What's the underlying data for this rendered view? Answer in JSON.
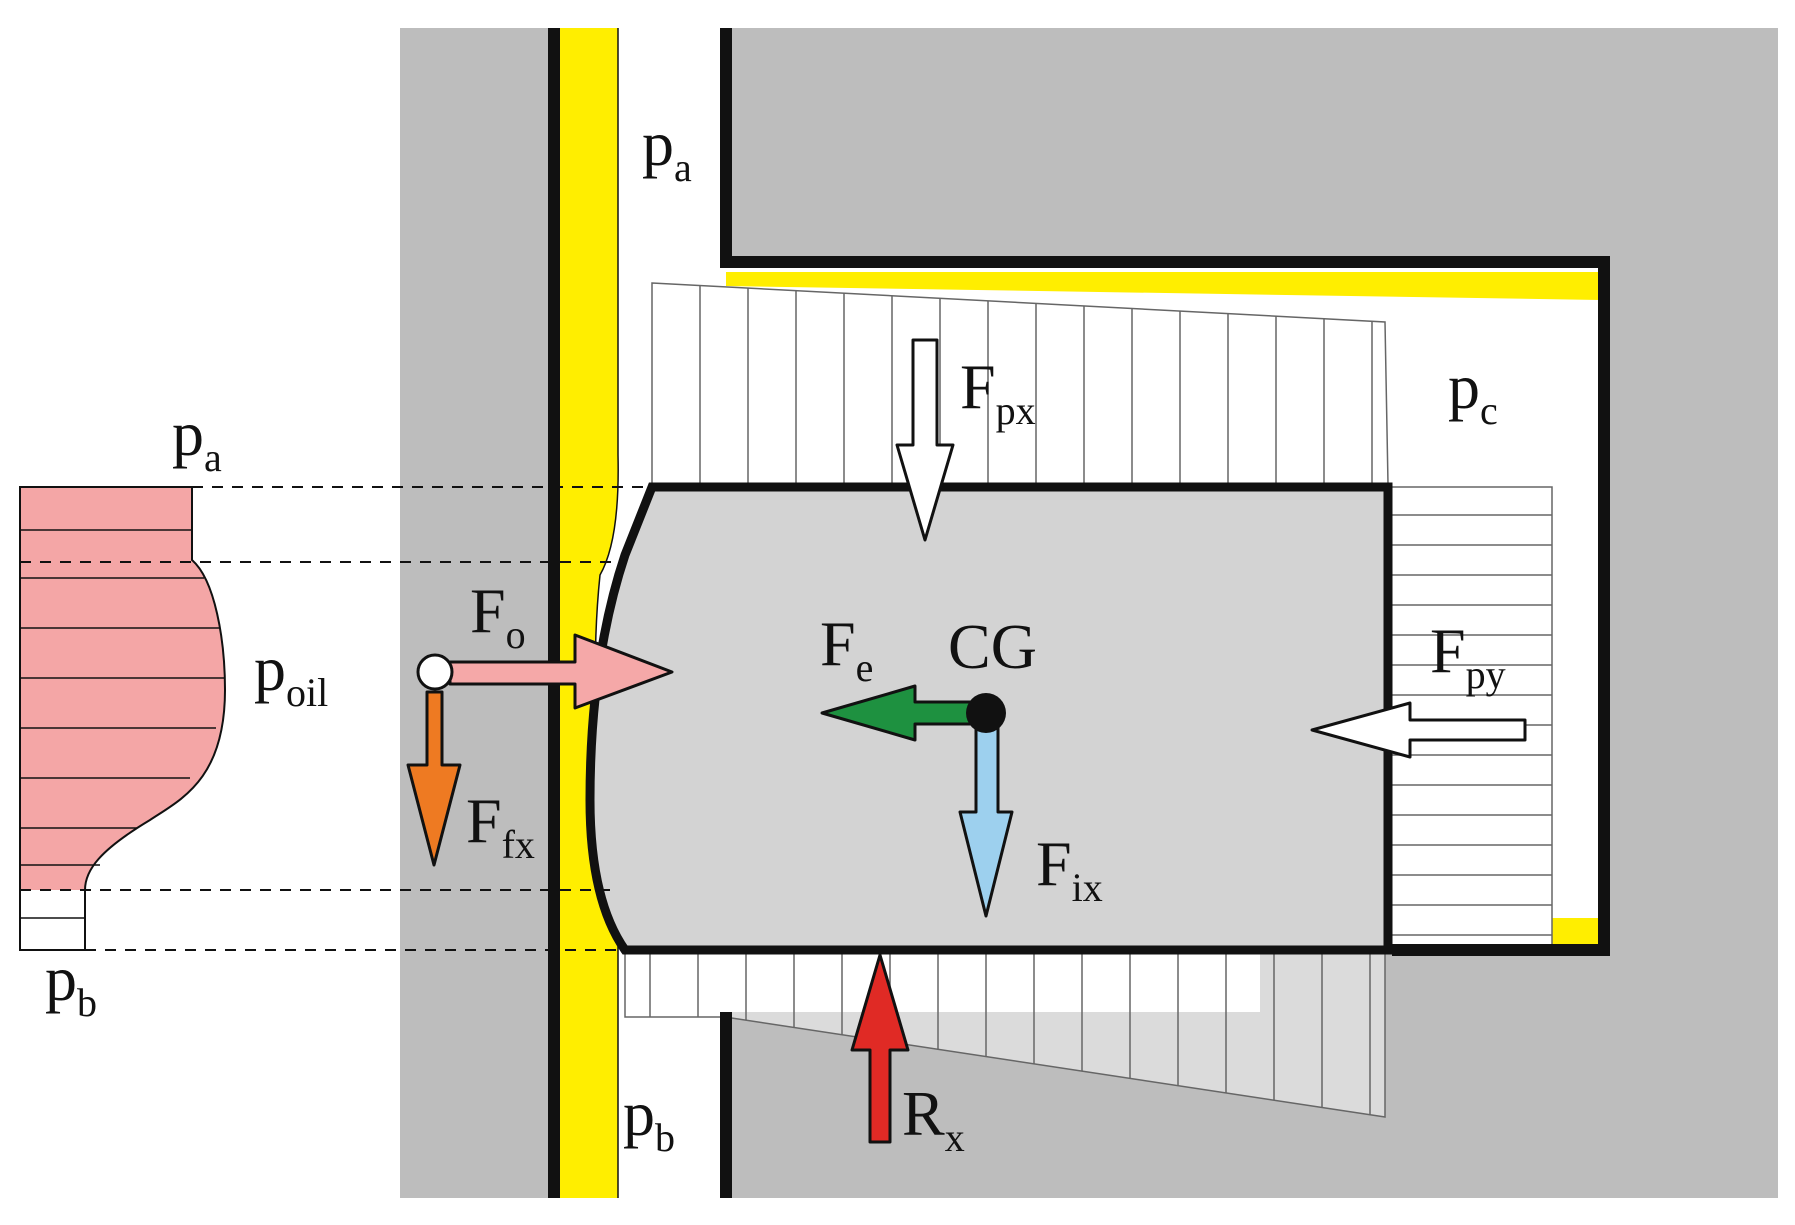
{
  "labels": {
    "pa_top": {
      "main": "p",
      "sub": "a"
    },
    "pc": {
      "main": "p",
      "sub": "c"
    },
    "pa_left": {
      "main": "p",
      "sub": "a"
    },
    "poil": {
      "main": "p",
      "sub": "oil"
    },
    "pb_left": {
      "main": "p",
      "sub": "b"
    },
    "pb_bottom": {
      "main": "p",
      "sub": "b"
    },
    "Fpx": {
      "main": "F",
      "sub": "px"
    },
    "Fo": {
      "main": "F",
      "sub": "o"
    },
    "Fe": {
      "main": "F",
      "sub": "e"
    },
    "CG": {
      "main": "CG"
    },
    "Fpy": {
      "main": "F",
      "sub": "py"
    },
    "Ffx": {
      "main": "F",
      "sub": "fx"
    },
    "Fix": {
      "main": "F",
      "sub": "ix"
    },
    "Rx": {
      "main": "R",
      "sub": "x"
    }
  },
  "colors": {
    "housing": "#bdbdbd",
    "vane": "#d3d3d3",
    "oil_film": "#ffee00",
    "oil_pressure": "#f4a6a6",
    "Fo": "#f5a8a8",
    "Fe": "#1e9140",
    "Ffx": "#ee7a22",
    "Fix": "#9dd0ee",
    "Rx": "#e02a25",
    "outline": "#111111"
  }
}
